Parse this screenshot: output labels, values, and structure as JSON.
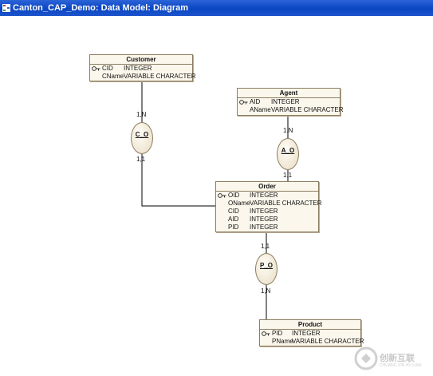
{
  "window": {
    "title": "Canton_CAP_Demo: Data Model: Diagram"
  },
  "entities": {
    "customer": {
      "name": "Customer",
      "attributes": [
        {
          "name": "CID",
          "type": "INTEGER",
          "pk": true
        },
        {
          "name": "CName",
          "type": "VARIABLE CHARACTER",
          "pk": false
        }
      ]
    },
    "agent": {
      "name": "Agent",
      "attributes": [
        {
          "name": "AID",
          "type": "INTEGER",
          "pk": true
        },
        {
          "name": "AName",
          "type": "VARIABLE CHARACTER",
          "pk": false
        }
      ]
    },
    "order": {
      "name": "Order",
      "attributes": [
        {
          "name": "OID",
          "type": "INTEGER",
          "pk": true
        },
        {
          "name": "OName",
          "type": "VARIABLE CHARACTER",
          "pk": false
        },
        {
          "name": "CID",
          "type": "INTEGER",
          "pk": false
        },
        {
          "name": "AID",
          "type": "INTEGER",
          "pk": false
        },
        {
          "name": "PID",
          "type": "INTEGER",
          "pk": false
        }
      ]
    },
    "product": {
      "name": "Product",
      "attributes": [
        {
          "name": "PID",
          "type": "INTEGER",
          "pk": true
        },
        {
          "name": "PName",
          "type": "VARIABLE CHARACTER",
          "pk": false
        }
      ]
    }
  },
  "relationships": {
    "c_o": {
      "name": "C_O",
      "card_top": "1,N",
      "card_bottom": "1,1"
    },
    "a_o": {
      "name": "A_O",
      "card_top": "1,N",
      "card_bottom": "1,1"
    },
    "p_o": {
      "name": "P_O",
      "card_top": "1,1",
      "card_bottom": "1,N"
    }
  },
  "watermark": {
    "text": "创新互联",
    "sub": "CHUANG XIN HU LIAN"
  },
  "colors": {
    "titlebar": "#0b46c2",
    "entity_fill": "#fbf7ec",
    "entity_border": "#8c7d62"
  }
}
